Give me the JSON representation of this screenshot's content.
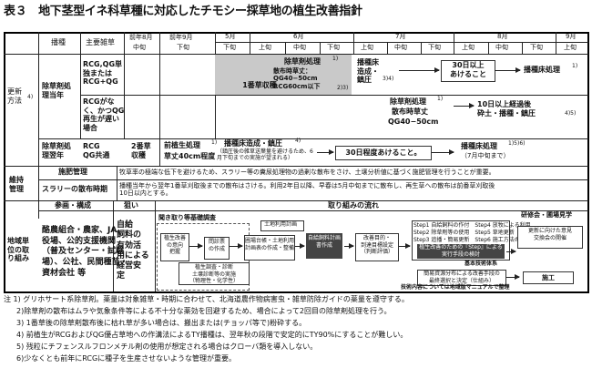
{
  "title": "表３　地下茎型イネ科草種に対応したチモシー採草地の植生改善指針",
  "header": {
    "col_stage": "播種",
    "col_weed": "主要雑草",
    "aug_top": "前年8月",
    "aug_bot": "中旬",
    "sep_top": "前年9月",
    "sep_bot": "下旬",
    "months": [
      "5月",
      "6月",
      "7月",
      "8月",
      "9月"
    ],
    "periods": [
      "下旬",
      "上旬",
      "中旬",
      "下旬",
      "上旬",
      "中旬",
      "下旬",
      "上旬",
      "中旬",
      "下旬",
      "上旬"
    ]
  },
  "update": {
    "label": "更新\n方法",
    "note": "4)",
    "current": {
      "label": "除草剤処\n理当年",
      "weeds_1": "RCG,QG単\n独または\nRCG+QG",
      "weeds_2": "RCGがな\nく、かつQG\n再生が遅い\n場合",
      "treat_a": "除草剤処理",
      "treat_a_note": "1)",
      "treat_b": "散布時草丈：\nQG40−50cm\nRCG60cm以下",
      "treat_b_note": "2)3)",
      "sowing": "播種床\n造成・\n鎮圧",
      "sowing_note": "3)4)",
      "wait": "30日以上\nあけること",
      "treat_c": "播種床処理",
      "treat_c_note": "1)",
      "first_cut": "1番草収穫",
      "treat_d": "除草剤処理",
      "treat_d_note": "1)",
      "treat_d_h": "散布時草丈",
      "treat_d_h2": "QG40−50cm",
      "ten_days": "10日以上経過後\n砕土・播種・鎮圧",
      "ten_days_note": "4)5)"
    },
    "next": {
      "label": "除草剤処\n理翌年",
      "weeds": "RCG\nQG共通",
      "sowing_time": "2番草\n収穫",
      "treat": "前植生処理",
      "treat_note": "1)",
      "treat_h": "草丈40cm程度",
      "prep": "播種床造成・鎮圧",
      "prep_note": "4)",
      "prep_detail": "（鎮圧後の雑草送葉量を避けるため、6\n月下旬までの実施が望まれる）",
      "wait": "30日程度あけること。",
      "treat_c": "播種床処理",
      "treat_c_note": "1)5)6)",
      "treat_c_detail": "（7月中旬まで）"
    }
  },
  "maintenance": {
    "label": "維持\n管理",
    "mgmt_label": "施肥管理",
    "mgmt_text": "牧草率の極端な低下を避けるため、スラリー等の糞尿処理物の過剰な散布をさけ、土壌分析値に基づく施肥管理を行うことが重要。",
    "slurry_label": "スラリーの散布時期",
    "slurry_text": "播種当年から翌年1番草刈取後までの散布はさける。利用2年目以降、早春は5月中旬までに散布し、再生草への散布は前番草刈取後\n10日以内とする。"
  },
  "regional": {
    "label": "地域単\n位の取\nり組み",
    "h_members": "参画・構成",
    "h_aim": "狙い",
    "h_flow": "取り組みの流れ",
    "members": "酪農組合・農家、JA、\n役場、公的支援機関\n（普及センター・試験\n場）、公社、民間種苗・\n資材会社 等",
    "aim": "自給\n飼料の\n有効活\n用による\n経営安\n定",
    "flow": {
      "survey": "聞き取り等基礎調査",
      "study": "研修会・圃場見学",
      "b1": "植生改善\nの意向\n把握",
      "b2": "問診票\nの作成",
      "b3": "圃場台帳・土地利用\n計画表の作成・整備",
      "b4": "自給飼料計画\n書作成",
      "b5": "改善目的・\n到達目標設定\n（判断評価）",
      "b6": "植生改善のための『Step』による\n実行手段の検討",
      "b7": "更新に向けた意見\n交換会の開催",
      "b8": "施工",
      "b9": "植生調査・診断\n土壌診断等の実施\n（物理性・化学性）",
      "b10": "簡易資源分布による改善手段の\n最終選択と決定（仕組み）",
      "soil_label": "土地利用計画",
      "method": "基本技術体系",
      "tech": "技術内容については地域版マニュアルで整理",
      "steps": "Step1 自給飼料の作付　Step4 放牧による利用\nStep2 除草剤等の使用　Step5 草地更新\nStep3 追播・簡易更新　Step6 施工方法の選択"
    }
  },
  "notes": [
    "注 1) グリホサート系除草剤。薬量は対象雑草・時期に合わせて、北海道農作物病害虫・雑草防除ガイドの薬量を遵守する。",
    "2)除草剤の散布はムラや気象条件等による不十分な薬効を回避するため、場合によって2回目の除草剤処理を行う。",
    "3) 1番草後の除草剤散布後に枯れ草が多い場合は、搬出または(チョッパ等で)粉砕する。",
    "4) 前植生がRCGおよびQG優占草地への作溝法によるTY播種は、翌年秋の段階で安定的にTY90%にすることが難しい。",
    "5) 残粒にチフェンスルフロンメチル剤の使用が想定される場合はクローバ類を導入しない。",
    "6)少なくとも前年にRCGに種子を生産させないような管理が重要。"
  ]
}
